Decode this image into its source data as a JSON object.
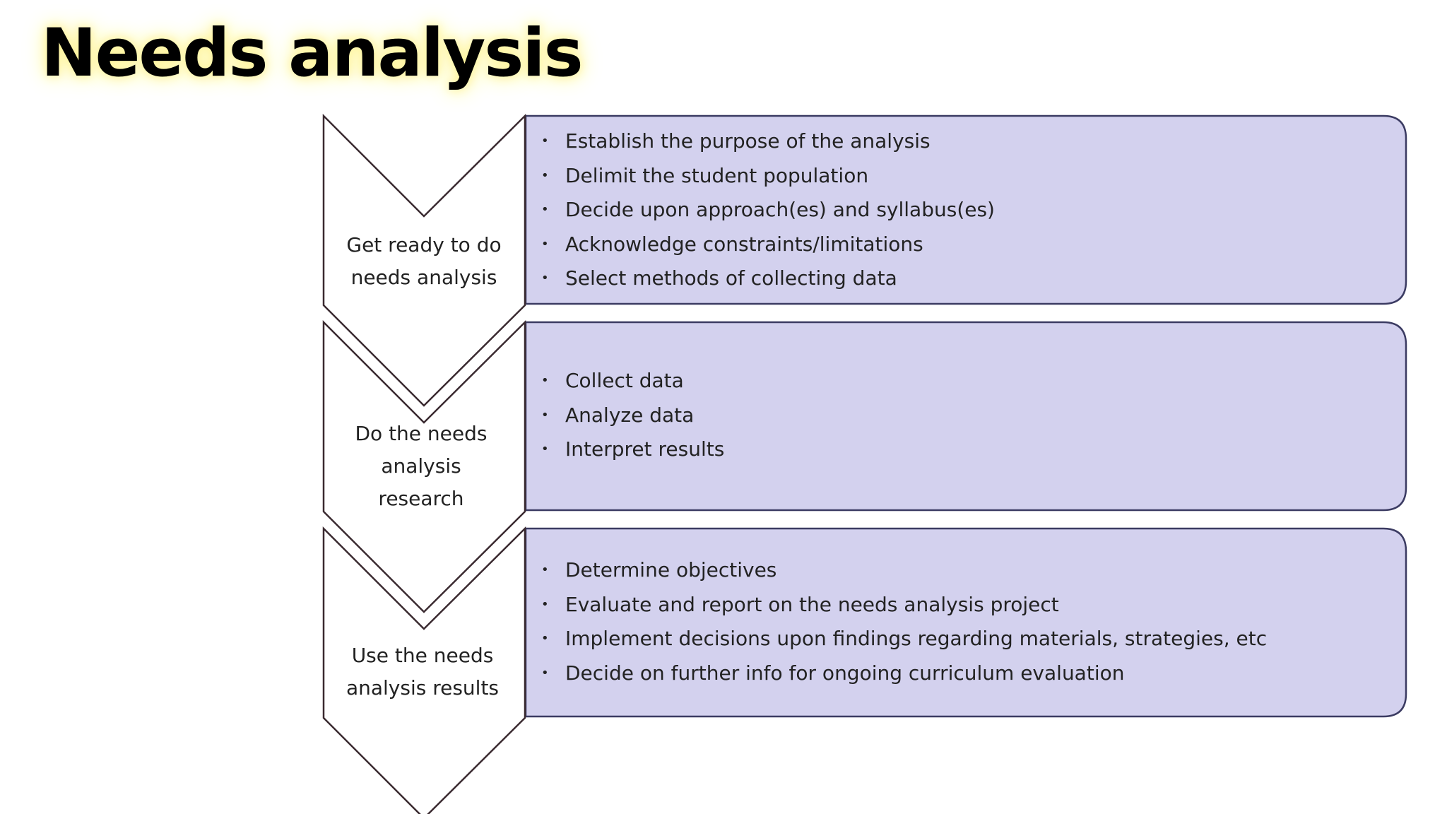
{
  "slide": {
    "title": "Needs analysis"
  },
  "stages": [
    {
      "label_lines": [
        "Get ready to do",
        "needs analysis"
      ],
      "items": [
        "Establish the purpose of the analysis",
        "Delimit the student population",
        "Decide upon approach(es) and syllabus(es)",
        "Acknowledge constraints/limitations",
        "Select methods of collecting data"
      ]
    },
    {
      "label_lines": [
        "Do the needs",
        "analysis",
        "research"
      ],
      "items": [
        "Collect data",
        "Analyze data",
        "Interpret results"
      ]
    },
    {
      "label_lines": [
        "Use the needs",
        "analysis results"
      ],
      "items": [
        "Determine objectives",
        "Evaluate and report on the needs analysis project",
        "Implement decisions upon findings regarding materials, strategies, etc",
        "Decide on further info for ongoing curriculum evaluation"
      ]
    }
  ],
  "colors": {
    "box_fill": "#d3d1ee",
    "box_stroke": "#3b3b62",
    "chevron_fill": "#ffffff",
    "chevron_stroke": "#3a2a30",
    "title_glow": "#fff59a"
  },
  "icons": {
    "bullet": "•"
  }
}
